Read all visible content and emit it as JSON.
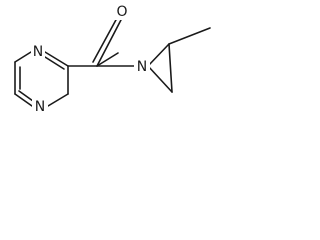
{
  "structure": {
    "atoms": {
      "pyrazine_n_top": "N",
      "pyrazine_n_bottom": "N",
      "carbonyl_o": "O",
      "aziridine_n": "N"
    }
  }
}
